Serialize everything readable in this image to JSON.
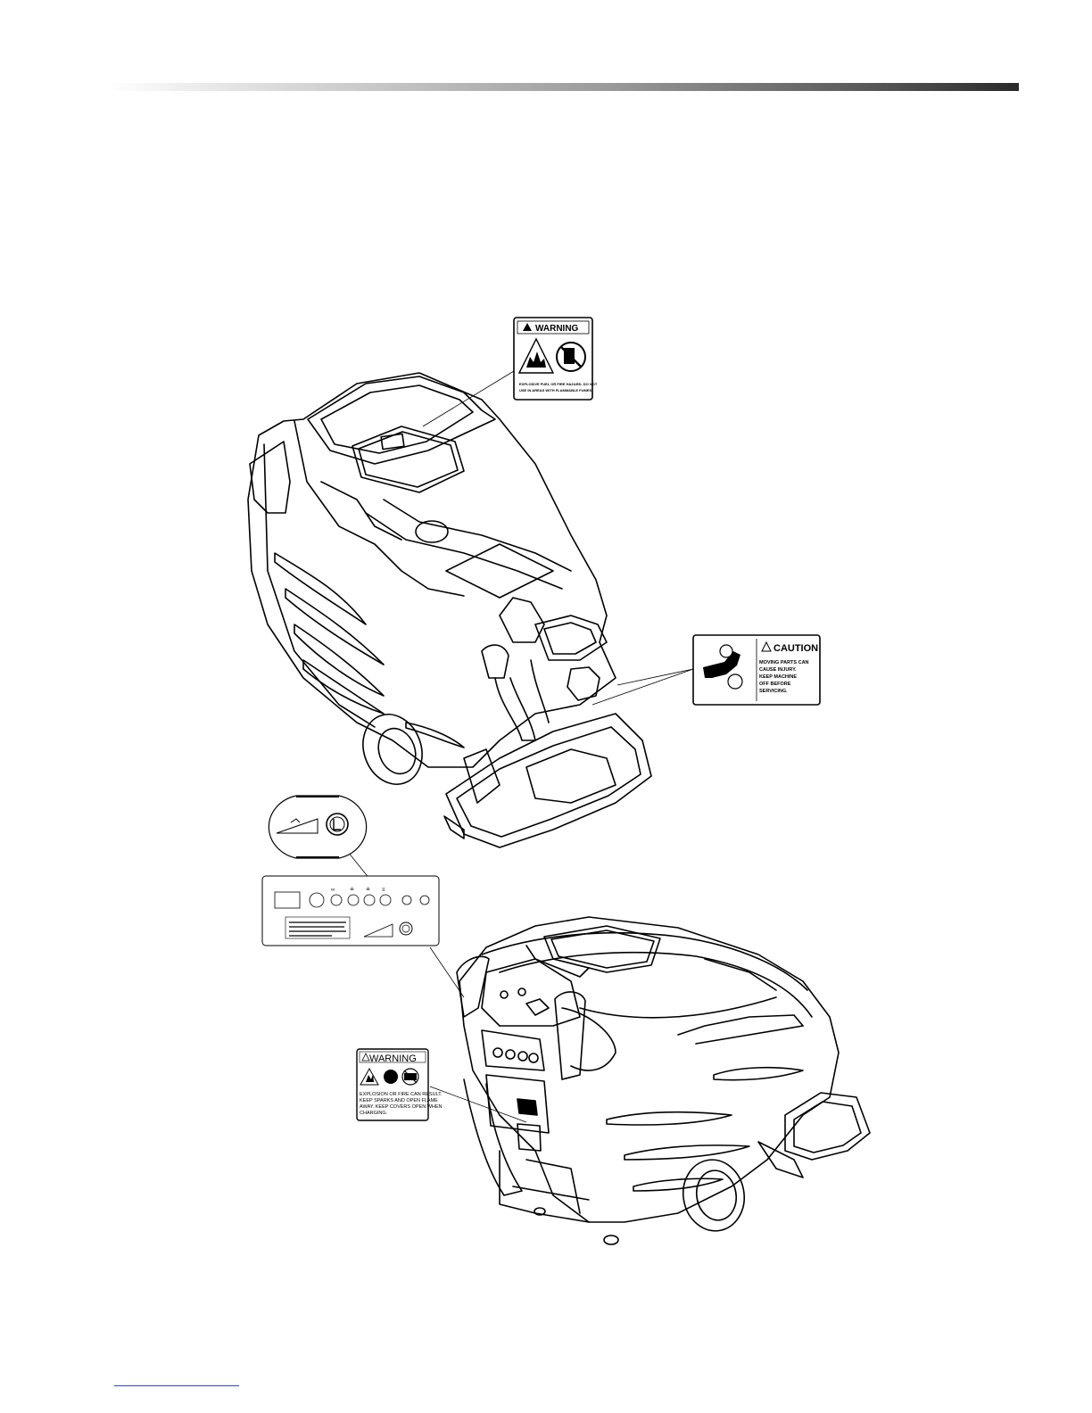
{
  "labels": {
    "top_warning": {
      "heading": "WARNING",
      "text_line1": "EXPLOSIVE FUEL OR FIRE HAZARD, DO NOT",
      "text_line2": "USE IN AREAS WITH FLAMMABLE FUMES."
    },
    "caution": {
      "heading": "CAUTION",
      "lines": [
        "MOVING PARTS CAN",
        "CAUSE INJURY.",
        "KEEP MACHINE",
        "OFF BEFORE",
        "SERVICING."
      ]
    },
    "bottom_warning": {
      "heading": "WARNING",
      "lines": [
        "EXPLOSION OR FIRE CAN RESULT.",
        "KEEP SPARKS AND OPEN FLAME",
        "AWAY. KEEP COVERS OPEN WHEN",
        "CHARGING."
      ]
    }
  },
  "colors": {
    "line": "#000000",
    "footer_rule": "#2f43c8"
  }
}
